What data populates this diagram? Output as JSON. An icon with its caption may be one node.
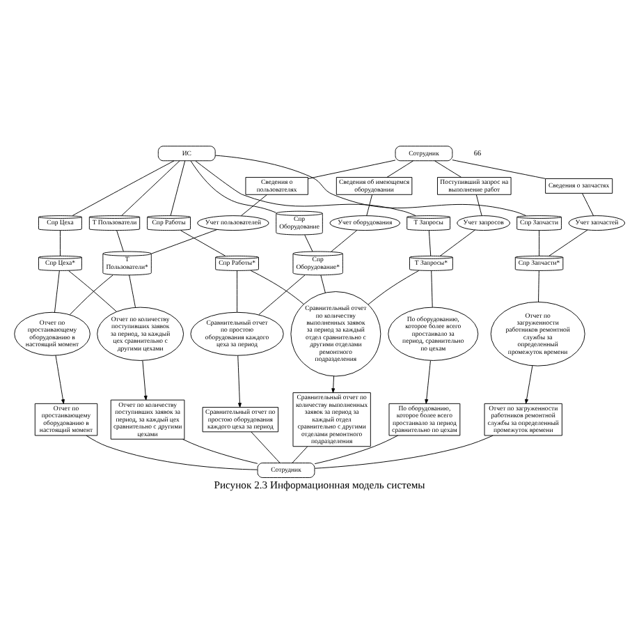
{
  "diagram": {
    "caption": "Рисунок 2.3 Информационная модель системы",
    "nodes": [
      {
        "text": [
          "ИС"
        ]
      },
      {
        "text": [
          "Сотрудник"
        ]
      },
      {
        "text": [
          "Сведения о пользователях"
        ]
      },
      {
        "text": [
          "Сведения об имеющемся оборудовании"
        ]
      },
      {
        "text": [
          "Сведения о запчастях"
        ]
      },
      {
        "text": [
          "Поступивший запрос на выполнение работ"
        ]
      },
      {
        "text": [
          "Спр Цеха"
        ]
      },
      {
        "text": [
          "Спр Работы"
        ]
      },
      {
        "text": [
          "Спр Запчасти"
        ]
      },
      {
        "text": [
          "Учет пользователей"
        ]
      },
      {
        "text": [
          "Учет оборудования"
        ]
      },
      {
        "text": [
          "Учет запчастей"
        ]
      },
      {
        "text": [
          "Учет запросов"
        ]
      },
      {
        "text": [
          "Спр Оборудование"
        ]
      },
      {
        "text": [
          "Т Запросы"
        ]
      },
      {
        "text": [
          "Т Пользователи"
        ]
      },
      {
        "text": [
          "Спр Цеха*"
        ]
      },
      {
        "text": [
          "Спр Работы*"
        ]
      },
      {
        "text": [
          "Спр Запчасти*"
        ]
      },
      {
        "text": [
          "Т Пользователи*"
        ]
      },
      {
        "text": [
          "Спр Оборудование*"
        ]
      },
      {
        "text": [
          "Т Запросы*"
        ]
      },
      {
        "text": [
          "Отчет по количеству поступивших заявок за период, за каждый цех сравнительно с другими цехами"
        ]
      },
      {
        "text": [
          "Отчет по простаивающему оборудованию в настоящий момент"
        ]
      },
      {
        "text": [
          "Сравнительный отчет по простою оборудования каждого цеха за период"
        ]
      },
      {
        "text": [
          "Сравнительный отчет по количеству выполненных заявок за период за каждый отдел сравнительно с другими отделами ремонтного подразделения"
        ]
      },
      {
        "text": [
          "По оборудованию, которое более всего простаивало за период, сравнительно по цехам"
        ]
      },
      {
        "text": [
          "Отчет по загруженности работников ремонтной службы за определенный промежуток времени"
        ]
      },
      {
        "text": [
          "Отчет по количеству поступивших заявок за период, за каждый цех сравнительно с другими цехами"
        ]
      },
      {
        "text": [
          "Отчет по простаивающему оборудованию в настоящий момент"
        ]
      },
      {
        "text": [
          "Сравнительный отчет по простою оборудования каждого цеха за период"
        ]
      },
      {
        "text": [
          "Сравнительный отчет по количеству выполненных заявок за период за каждый отдел сравнительно с другими отделами ремонтного подразделения"
        ]
      },
      {
        "text": [
          "По оборудованию, которое более всего простаивало за период сравнительно по цехам"
        ]
      },
      {
        "text": [
          "Отчет по загруженности работников ремонтной службы за определенный промежуток времени"
        ]
      },
      {
        "text": [
          "Сотрудник"
        ]
      }
    ],
    "edges": [
      {
        "from": 0,
        "to": 6,
        "arrow": "none"
      },
      {
        "from": 0,
        "to": 7,
        "arrow": "none"
      },
      {
        "from": 0,
        "to": 8,
        "arrow": "none"
      },
      {
        "from": 0,
        "to": 13,
        "arrow": "none"
      },
      {
        "from": 0,
        "to": 14,
        "arrow": "none"
      },
      {
        "from": 0,
        "to": 15,
        "arrow": "none"
      },
      {
        "from": 1,
        "to": 2,
        "arrow": "none"
      },
      {
        "from": 1,
        "to": 3,
        "arrow": "none"
      },
      {
        "from": 1,
        "to": 4,
        "arrow": "none"
      },
      {
        "from": 1,
        "to": 5,
        "arrow": "none"
      },
      {
        "from": 2,
        "to": 9,
        "arrow": "none"
      },
      {
        "from": 3,
        "to": 10,
        "arrow": "none"
      },
      {
        "from": 4,
        "to": 11,
        "arrow": "none"
      },
      {
        "from": 5,
        "to": 12,
        "arrow": "none"
      },
      {
        "from": 6,
        "to": 16,
        "arrow": "none"
      },
      {
        "from": 7,
        "to": 17,
        "arrow": "none"
      },
      {
        "from": 8,
        "to": 18,
        "arrow": "none"
      },
      {
        "from": 13,
        "to": 20,
        "arrow": "none"
      },
      {
        "from": 14,
        "to": 21,
        "arrow": "none"
      },
      {
        "from": 15,
        "to": 19,
        "arrow": "none"
      },
      {
        "from": 9,
        "to": 19,
        "arrow": "none"
      },
      {
        "from": 10,
        "to": 20,
        "arrow": "none"
      },
      {
        "from": 11,
        "to": 18,
        "arrow": "none"
      },
      {
        "from": 12,
        "to": 21,
        "arrow": "none"
      },
      {
        "from": 16,
        "to": 22,
        "arrow": "none"
      },
      {
        "from": 16,
        "to": 23,
        "arrow": "none"
      },
      {
        "from": 19,
        "to": 22,
        "arrow": "none"
      },
      {
        "from": 19,
        "to": 23,
        "arrow": "none"
      },
      {
        "from": 17,
        "to": 24,
        "arrow": "none"
      },
      {
        "from": 17,
        "to": 25,
        "arrow": "none"
      },
      {
        "from": 20,
        "to": 24,
        "arrow": "none"
      },
      {
        "from": 20,
        "to": 25,
        "arrow": "none"
      },
      {
        "from": 21,
        "to": 25,
        "arrow": "none"
      },
      {
        "from": 21,
        "to": 26,
        "arrow": "none"
      },
      {
        "from": 18,
        "to": 27,
        "arrow": "none"
      },
      {
        "from": 22,
        "to": 28,
        "arrow": "to"
      },
      {
        "from": 23,
        "to": 29,
        "arrow": "to"
      },
      {
        "from": 24,
        "to": 30,
        "arrow": "to"
      },
      {
        "from": 25,
        "to": 31,
        "arrow": "to"
      },
      {
        "from": 26,
        "to": 32,
        "arrow": "to"
      },
      {
        "from": 27,
        "to": 33,
        "arrow": "to"
      },
      {
        "from": 28,
        "to": 34,
        "arrow": "none"
      },
      {
        "from": 29,
        "to": 34,
        "arrow": "none"
      },
      {
        "from": 30,
        "to": 34,
        "arrow": "none"
      },
      {
        "from": 31,
        "to": 34,
        "arrow": "none"
      },
      {
        "from": 32,
        "to": 34,
        "arrow": "none"
      },
      {
        "from": 33,
        "to": 34,
        "arrow": "none"
      }
    ],
    "labels": [
      "66"
    ]
  }
}
